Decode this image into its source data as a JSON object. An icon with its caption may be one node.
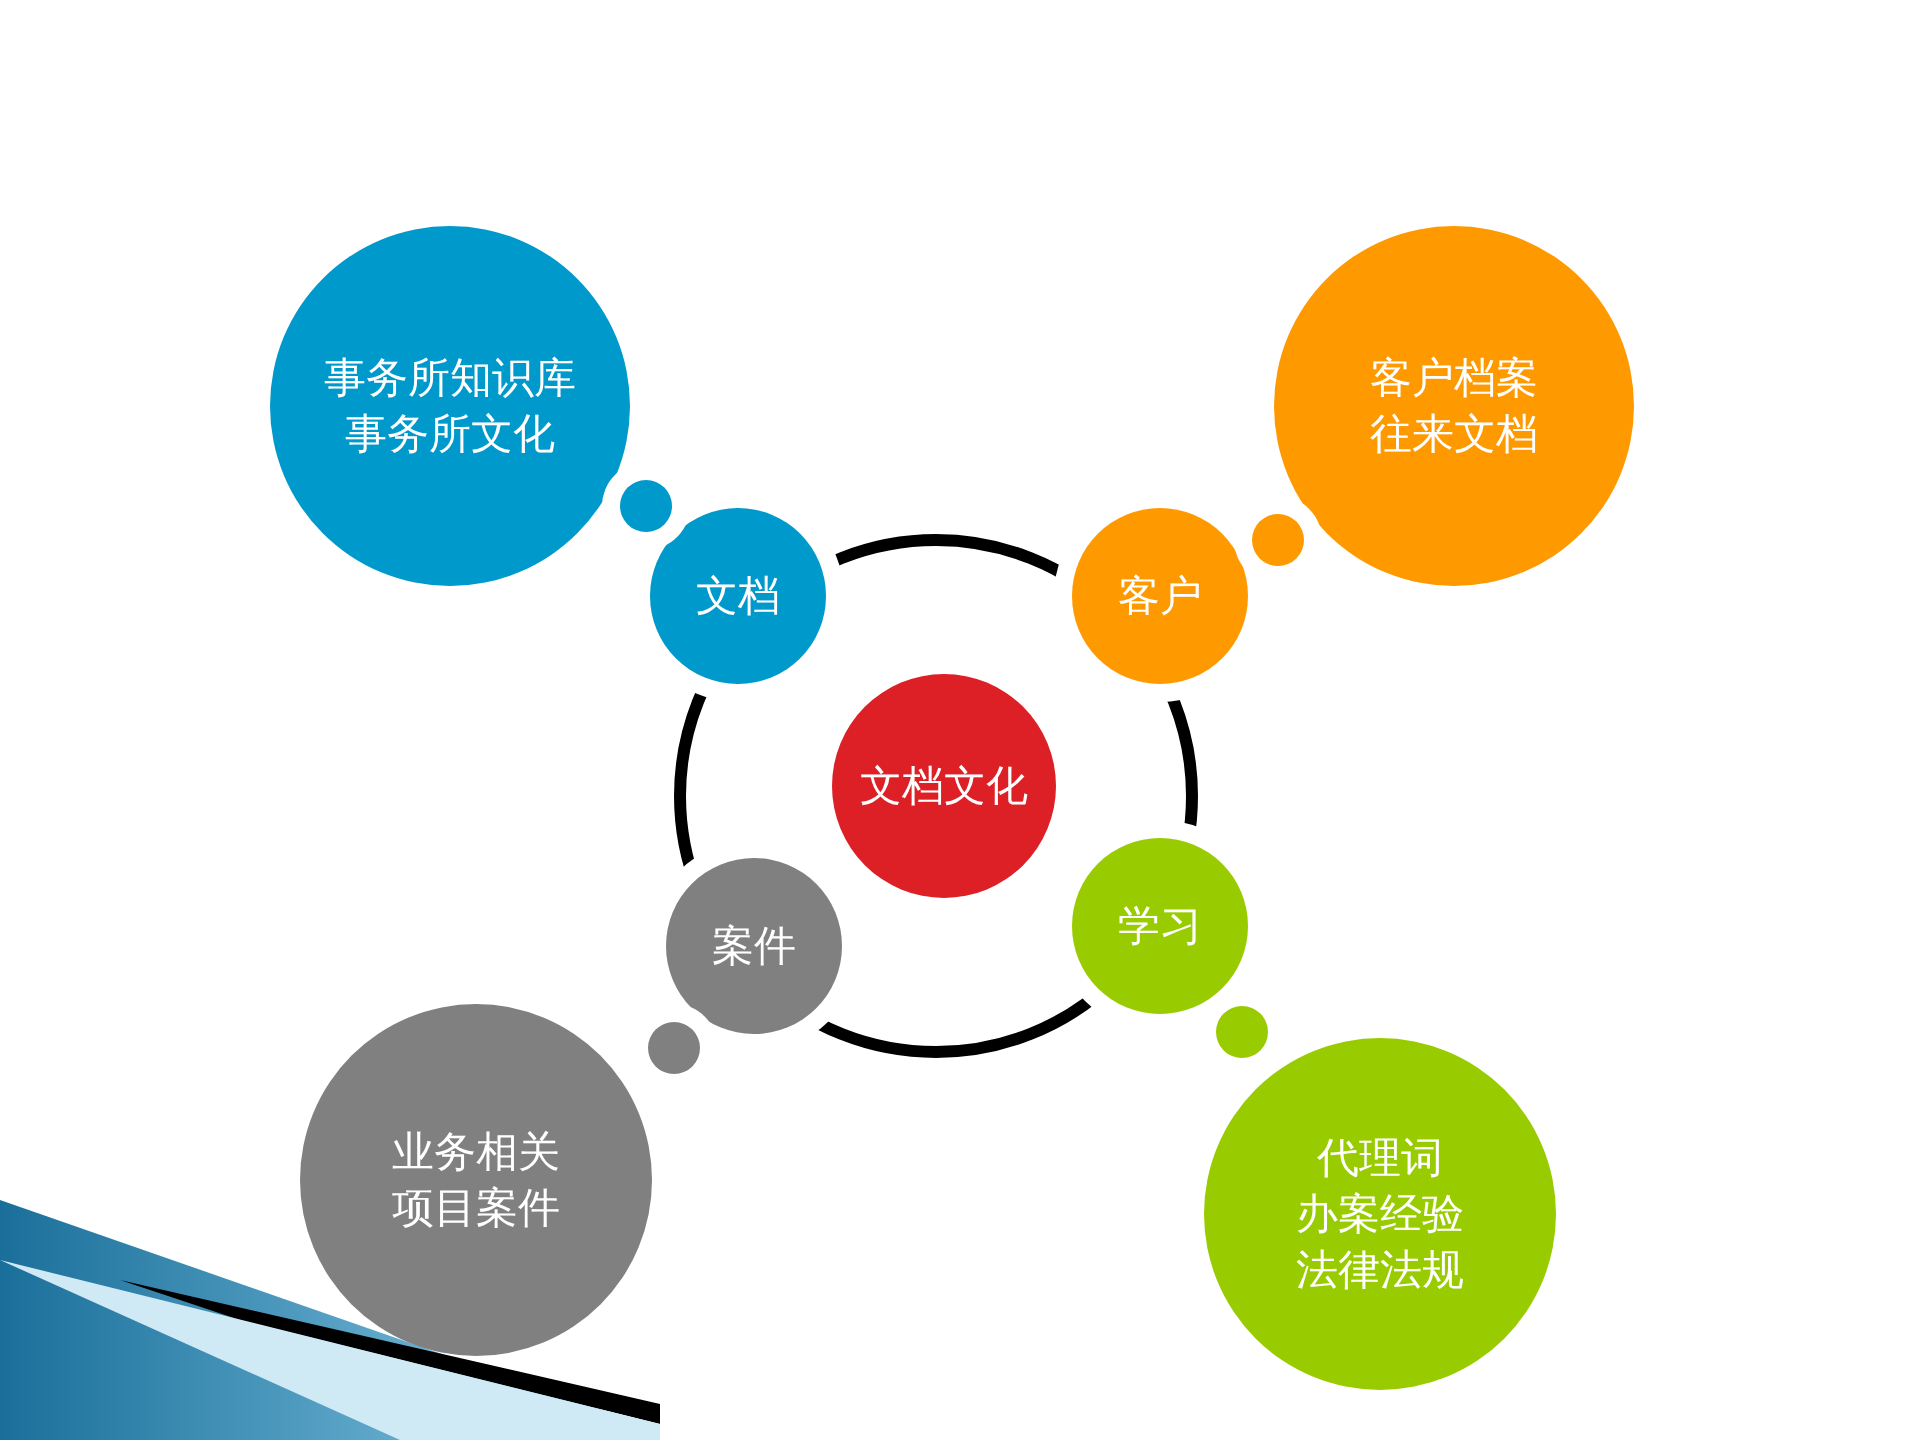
{
  "diagram": {
    "nodes": [
      {
        "text": [
          "事务所知识库",
          "事务所文化"
        ]
      },
      {
        "text": [
          "客户档案",
          "往来文档"
        ]
      },
      {
        "text": [
          "文档"
        ]
      },
      {
        "text": [
          "客户"
        ]
      },
      {
        "text": [
          "文档文化"
        ]
      },
      {
        "text": [
          "学习"
        ]
      },
      {
        "text": [
          "案件"
        ]
      },
      {
        "text": [
          "业务相关",
          "项目案件"
        ]
      },
      {
        "text": [
          "代理词",
          "办案经验",
          "法律法规"
        ]
      },
      {
        "text": [],
        "shape": "circle"
      },
      {
        "text": [],
        "shape": "circle"
      },
      {
        "text": [],
        "shape": "circle"
      },
      {
        "text": [],
        "shape": "circle"
      }
    ]
  }
}
